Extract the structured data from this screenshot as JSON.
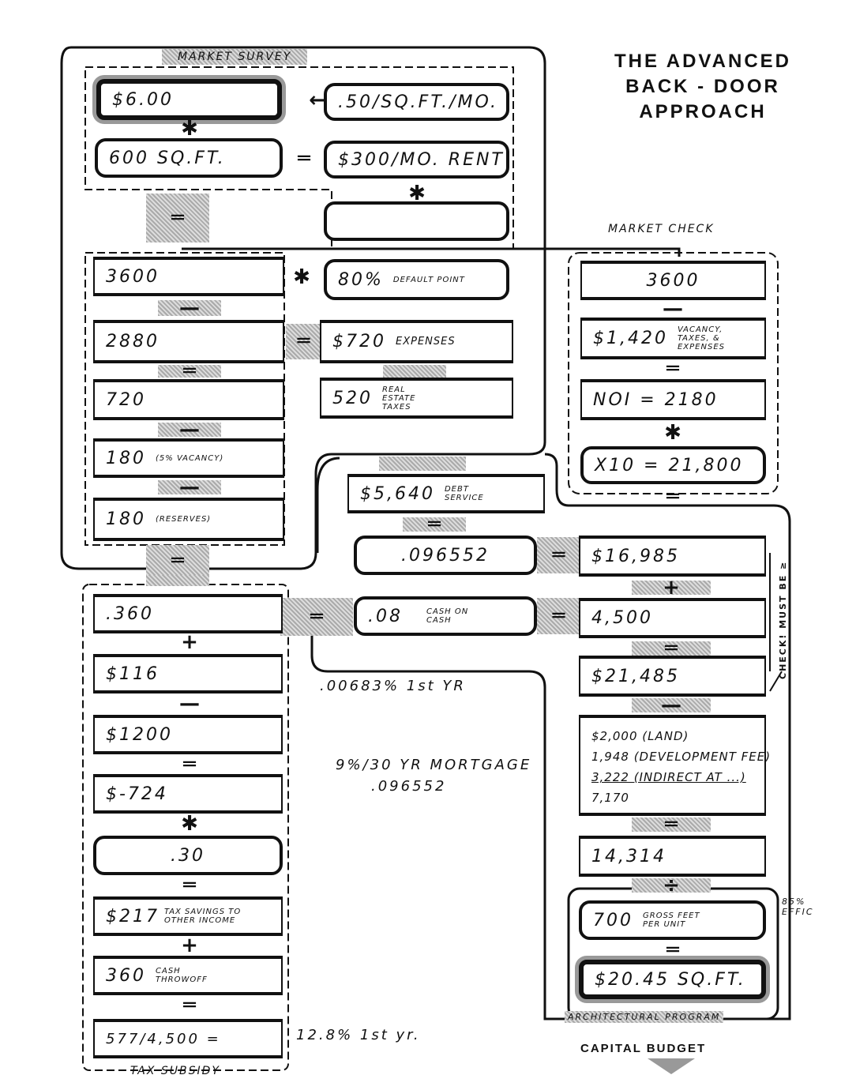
{
  "title": [
    "THE ADVANCED",
    "BACK - DOOR",
    "APPROACH"
  ],
  "groups": {
    "market_survey": "MARKET SURVEY",
    "market_check": "MARKET CHECK",
    "tax_subsidy": "TAX SUBSIDY",
    "architectural_program": "ARCHITECTURAL PROGRAM",
    "capital_budget": "CAPITAL BUDGET"
  },
  "market_survey": {
    "rent_psf_year": "$6.00",
    "rent_psf_month": ".50/SQ.FT./MO.",
    "unit_size": "600 SQ.FT.",
    "monthly_rent": "$300/MO. RENT",
    "annual_rent": "3600",
    "default_point_value": "80%",
    "default_point_label": "DEFAULT POINT",
    "after_default": "2880",
    "expenses_value": "$720",
    "expenses_label": "EXPENSES",
    "remaining": "720",
    "taxes_value": "520",
    "taxes_label": "REAL ESTATE TAXES",
    "vacancy_value": "180",
    "vacancy_label": "(5% VACANCY)",
    "reserves_value": "180",
    "reserves_label": "(RESERVES)"
  },
  "market_check": {
    "gross": "3600",
    "deductions_value": "$1,420",
    "deductions_label": "VACANCY, TAXES, & EXPENSES",
    "noi": "NOI = 2180",
    "value": "X10 = 21,800"
  },
  "financing": {
    "debt_service_value": "$5,640",
    "debt_service_label": "DEBT SERVICE",
    "constant": ".096552",
    "cash_on_cash_value": ".08",
    "cash_on_cash_label": "CASH ON CASH",
    "first_year_note": ".00683% 1st YR",
    "mortgage_note": "9%/30 YR MORTGAGE",
    "mortgage_constant": ".096552"
  },
  "capital_budget": {
    "mortgage": "$16,985",
    "equity": "4,500",
    "total": "$21,485",
    "costs": [
      "$2,000 (LAND)",
      "1,948 (DEVELOPMENT FEE)",
      "3,222 (INDIRECT AT ...)",
      "7,170"
    ],
    "construction": "14,314",
    "gross_feet_value": "700",
    "gross_feet_label": "GROSS FEET PER UNIT",
    "efficiency_note": "85% EFFIC",
    "cost_psf": "$20.45 SQ.FT.",
    "check_note": "CHECK! MUST BE ≥"
  },
  "tax_subsidy": {
    "depreciation": ".360",
    "interest": "$116",
    "principal": "$1200",
    "loss": "$-724",
    "bracket": ".30",
    "tax_savings_value": "$217",
    "tax_savings_label": "TAX SAVINGS TO OTHER INCOME",
    "cash_throwoff_value": "360",
    "cash_throwoff_label": "CASH THROWOFF",
    "return_calc": "577/4,500 =",
    "return_note": "12.8% 1st yr."
  },
  "operators": {
    "times": "✱",
    "equals": "═",
    "minus": "—",
    "plus": "+"
  }
}
